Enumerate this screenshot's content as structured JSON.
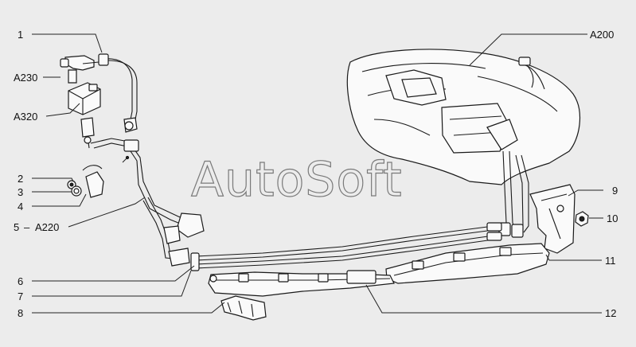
{
  "watermark": "AutoSoft",
  "callouts": {
    "c1": "1",
    "c2": "2",
    "c3": "3",
    "c4": "4",
    "c5": "5",
    "c6": "6",
    "c7": "7",
    "c8": "8",
    "c9": "9",
    "c10": "10",
    "c11": "11",
    "c12": "12",
    "a200": "A200",
    "a230": "A230",
    "a320": "A320",
    "a220": "A220",
    "sep5": "–"
  },
  "colors": {
    "background": "#ececec",
    "line": "#1a1a1a",
    "watermark": "#7a7a7a"
  }
}
